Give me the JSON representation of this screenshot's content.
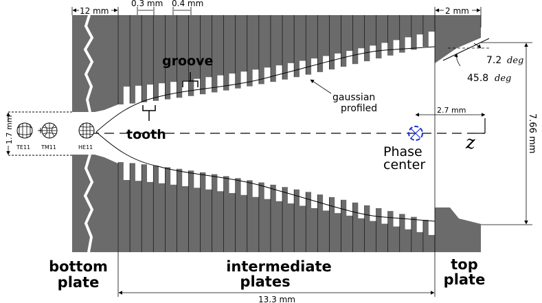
{
  "dimensions": {
    "bottom_plate_width": "12 mm",
    "tooth_width": "0.3 mm",
    "groove_width": "0.4 mm",
    "top_plate_width": "2 mm",
    "throat_diameter": "1.7 mm",
    "phase_center_offset": "2.7 mm",
    "aperture_diameter": "7.66 mm",
    "intermediate_length": "13.3 mm",
    "outer_angle_value": "7.2",
    "inner_angle_value": "45.8",
    "angle_unit": "deg"
  },
  "annotations": {
    "groove": "groove",
    "tooth": "tooth",
    "profile_line1": "gaussian",
    "profile_line2": "profiled",
    "phase_line1": "Phase",
    "phase_line2": "center",
    "axis_symbol": "z"
  },
  "modes": {
    "te": "TE11",
    "plus": "+",
    "tm": "TM11",
    "he": "HE11"
  },
  "sections": {
    "bottom_line1": "bottom",
    "bottom_line2": "plate",
    "intermediate_line1": "intermediate",
    "intermediate_line2": "plates",
    "top_line1": "top",
    "top_line2": "plate"
  },
  "colors": {
    "metal": "#6b6b6b",
    "phase_center_marker": "#1a2fd0",
    "line": "#000000"
  },
  "corrugations": {
    "count": 27
  }
}
